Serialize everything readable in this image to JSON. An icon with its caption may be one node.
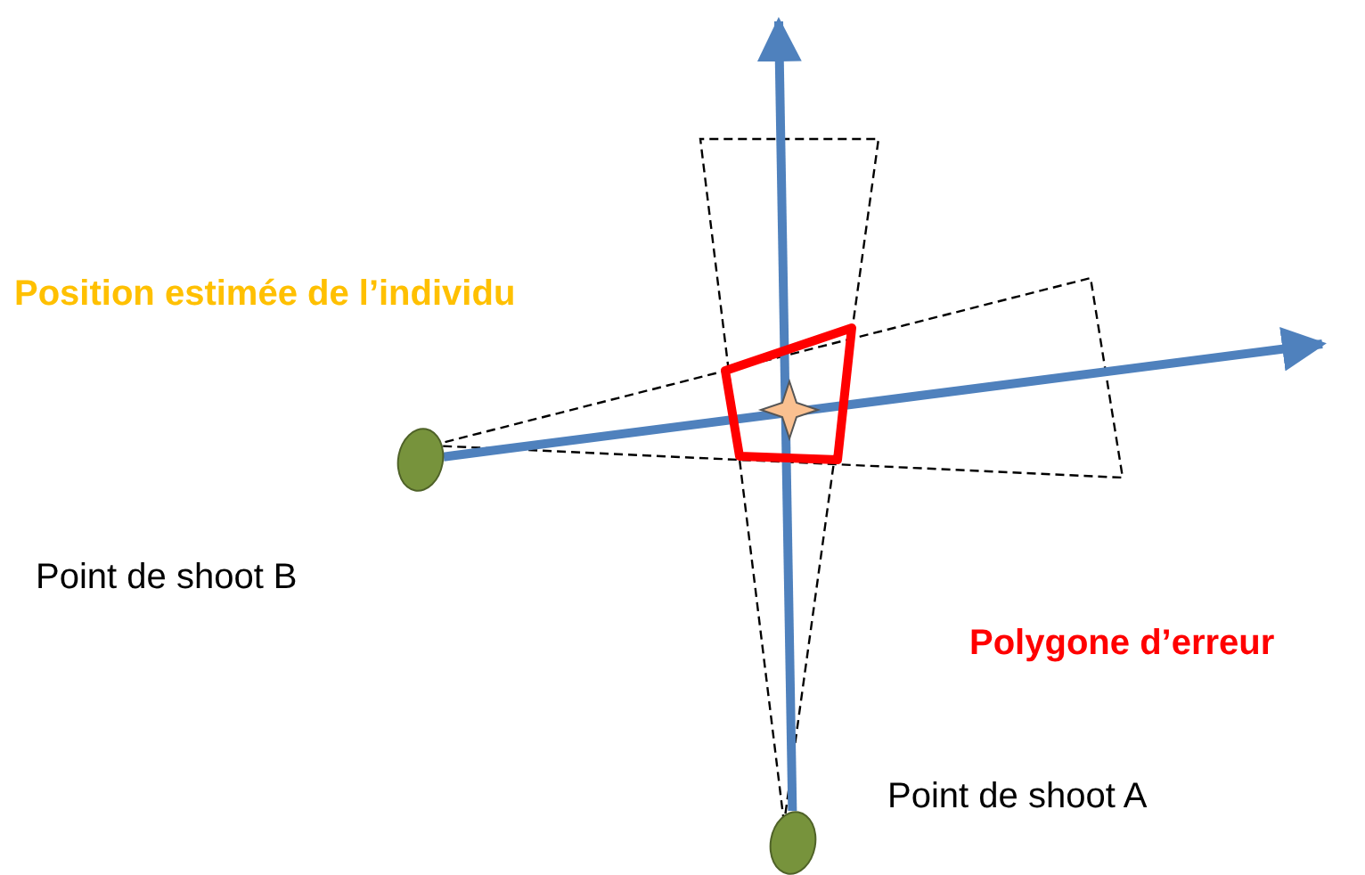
{
  "diagram": {
    "nodes": [
      {
        "text": [],
        "shape": "circle",
        "beside": [
          "Point de shoot B"
        ]
      },
      {
        "text": [],
        "shape": "circle",
        "beside": [
          "Point de shoot A"
        ]
      }
    ],
    "edges": [
      {
        "from": 1,
        "to": null,
        "arrow": "to"
      },
      {
        "from": 0,
        "to": null,
        "arrow": "to"
      }
    ],
    "labels": [
      "Position estimée de l’individu",
      "Polygone d’erreur"
    ]
  }
}
